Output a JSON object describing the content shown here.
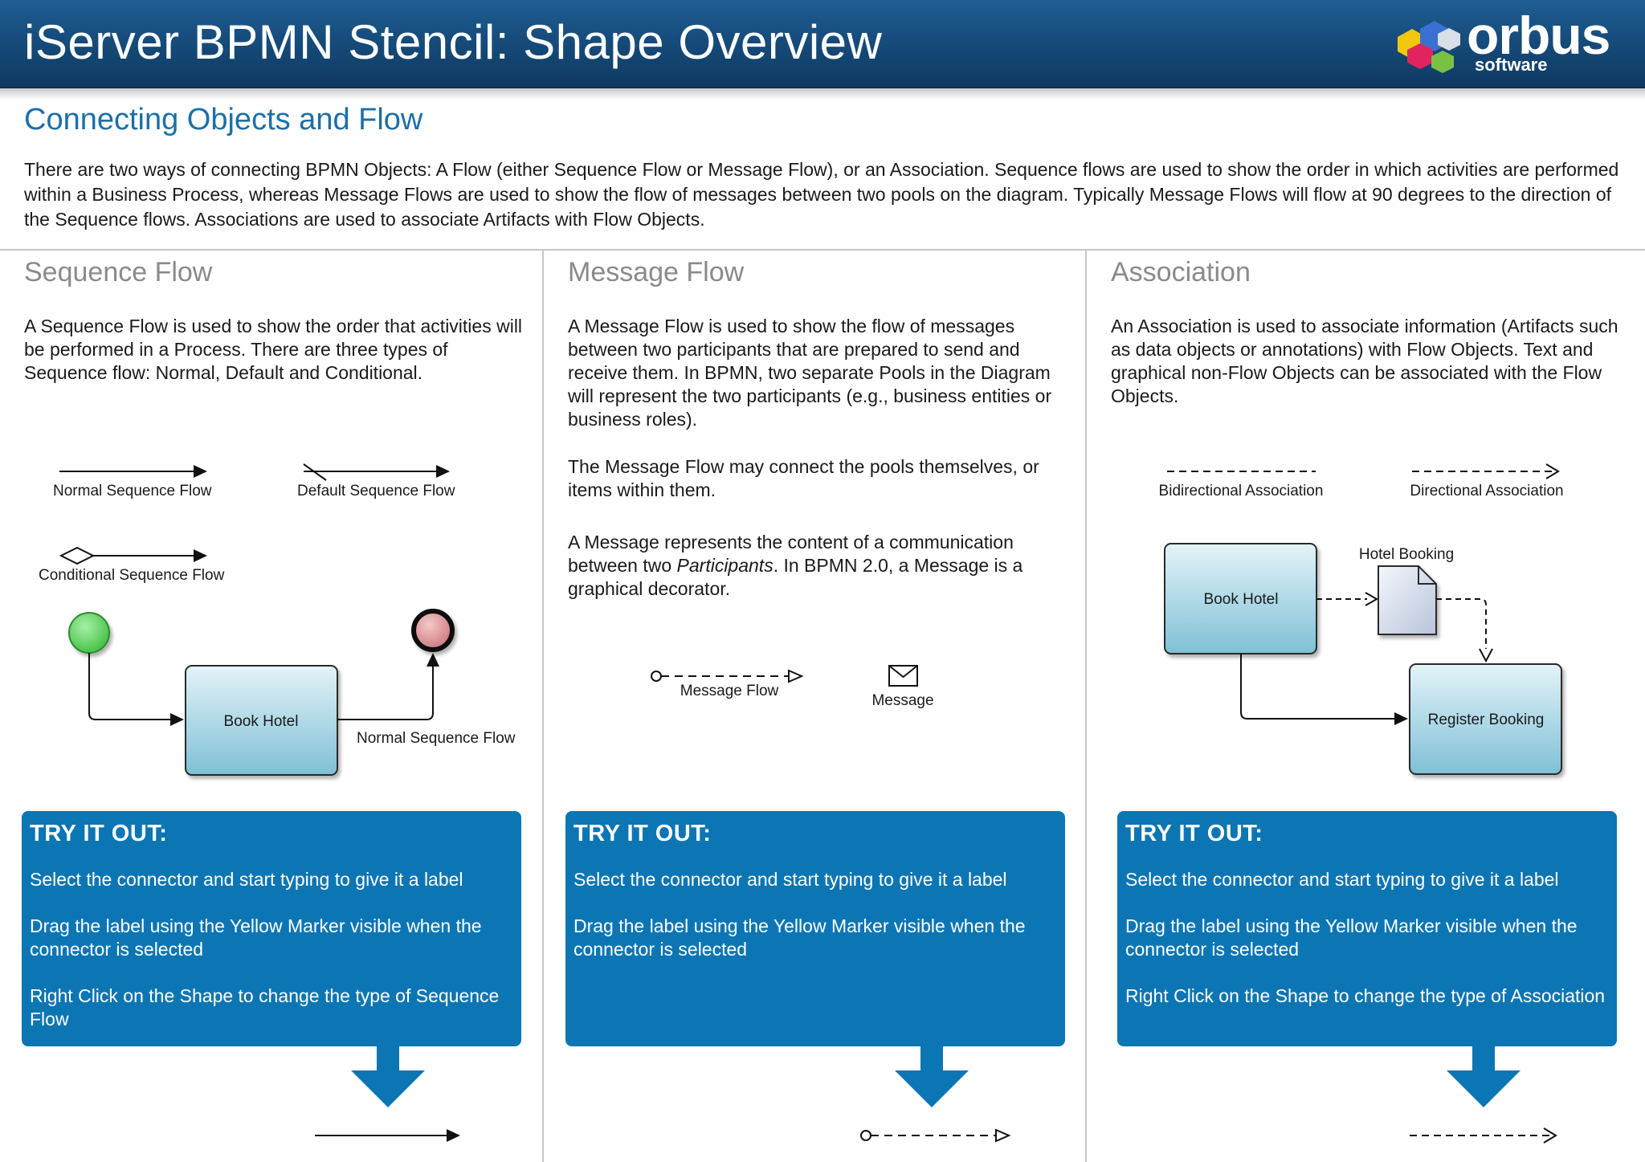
{
  "header": {
    "title": "iServer BPMN Stencil: Shape Overview",
    "logo_word": "orbus",
    "logo_sub": "software"
  },
  "section": {
    "title": "Connecting Objects and Flow",
    "intro": "There are two ways of connecting BPMN Objects: A Flow (either Sequence Flow or Message Flow), or an Association. Sequence flows are used to show the order in which activities are performed within a Business Process, whereas Message Flows are used to show the flow of messages between two pools on the diagram. Typically Message Flows will flow at 90 degrees to the direction of the Sequence flows. Associations are used to associate Artifacts with Flow Objects."
  },
  "columns": {
    "sequence": {
      "title": "Sequence Flow",
      "description": "A Sequence Flow is used to show the order that activities will be performed in a Process. There are three types of Sequence flow: Normal, Default and Conditional.",
      "labels": {
        "normal": "Normal Sequence Flow",
        "default": "Default Sequence Flow",
        "conditional": "Conditional Sequence Flow",
        "task": "Book Hotel",
        "connector": "Normal Sequence Flow"
      }
    },
    "message": {
      "title": "Message Flow",
      "description": "A Message Flow is used to show the flow of messages between two participants that are prepared to send and receive them. In BPMN, two separate Pools in the Diagram will represent the two participants (e.g., business entities or business roles).",
      "description2": "The Message Flow may connect the pools themselves, or items within them.",
      "description3_a": "A Message represents the content of a communication between two ",
      "description3_em": "Participants",
      "description3_b": ". In BPMN 2.0, a Message is a graphical decorator.",
      "labels": {
        "flow": "Message Flow",
        "message": "Message"
      }
    },
    "association": {
      "title": "Association",
      "description": "An Association is used to associate information (Artifacts such as data objects or annotations) with Flow Objects. Text and graphical non-Flow Objects can be associated with the Flow Objects.",
      "labels": {
        "bidirectional": "Bidirectional Association",
        "directional": "Directional Association",
        "data_object": "Hotel Booking",
        "task1": "Book Hotel",
        "task2": "Register Booking"
      }
    }
  },
  "try_it_out": {
    "sequence": {
      "title": "TRY IT OUT:",
      "lines": [
        "Select the connector and start typing to give it a label",
        "Drag the label using the Yellow Marker visible when the connector is selected",
        "Right Click on the Shape to change the type of Sequence Flow"
      ]
    },
    "message": {
      "title": "TRY IT OUT:",
      "lines": [
        "Select the connector and start typing to give it a label",
        "Drag the label using the Yellow Marker visible when the connector is selected"
      ]
    },
    "association": {
      "title": "TRY IT OUT:",
      "lines": [
        "Select the connector and start typing to give it a label",
        "Drag the label using the Yellow Marker visible when the connector is selected",
        "Right Click on the Shape to change the type of Association"
      ]
    }
  },
  "icons": {
    "start_event": "start-event-icon",
    "end_event": "end-event-icon",
    "message_envelope": "envelope-icon",
    "data_object": "data-object-icon",
    "down_arrow": "down-arrow-icon"
  },
  "colors": {
    "header": "#164c7c",
    "section_title": "#1c6fa8",
    "column_title": "#8a8a8a",
    "try_box": "#0c76b4",
    "task_fill_top": "#d9eef5",
    "task_fill_bottom": "#7fc0d6",
    "start_event": "#5dcf5d",
    "end_event": "#d98a8f"
  }
}
